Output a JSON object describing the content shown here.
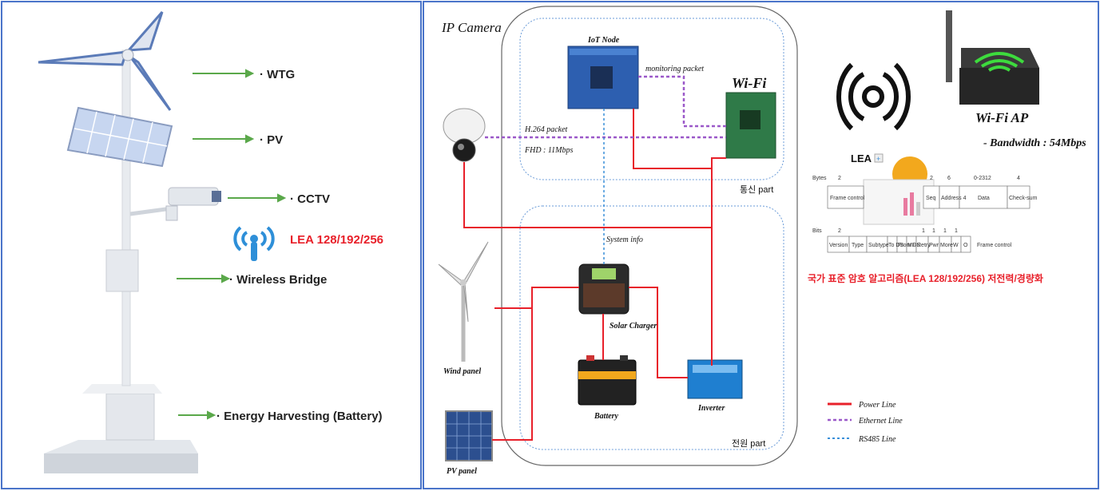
{
  "left_panel": {
    "labels": {
      "wtg": "· WTG",
      "pv": "· PV",
      "cctv": "· CCTV",
      "lea": "LEA 128/192/256",
      "wireless_bridge": "· Wireless Bridge",
      "energy": "· Energy Harvesting (Battery)"
    }
  },
  "right_panel": {
    "ip_camera": "IP Camera",
    "iot_node": "IoT Node",
    "monitoring_packet": "monitoring packet",
    "wifi": "Wi-Fi",
    "h264_packet": "H.264 packet",
    "fhd": "FHD : 11Mbps",
    "comm_part": "통신 part",
    "system_info": "System info",
    "solar_charger": "Solar Charger",
    "wind_panel": "Wind panel",
    "battery": "Battery",
    "inverter": "Inverter",
    "power_part": "전원 part",
    "pv_panel": "PV panel",
    "wifi_ap": "Wi-Fi AP",
    "bandwidth": "- Bandwidth : 54Mbps",
    "lea_title": "LEA",
    "lea_caption": "국가 표준 암호 알고리즘(LEA 128/192/256) 저전력/경량화",
    "legend": {
      "power": "Power Line",
      "ethernet": "Ethernet Line",
      "rs485": "RS485 Line"
    },
    "frame": {
      "bytes_label": "Bytes",
      "bits_label": "Bits",
      "byte_sizes": [
        "2",
        "2",
        "6",
        "0-2312",
        "4"
      ],
      "byte_fields": [
        "Frame control",
        "Seq",
        "Address 4",
        "Data",
        "Check-sum"
      ],
      "bit_sizes": [
        "2",
        "1",
        "1",
        "1",
        "1"
      ],
      "bit_fields": [
        "Version",
        "Type",
        "Subtype",
        "To DS",
        "From DS",
        "MF",
        "Retry",
        "Pwr",
        "More",
        "W",
        "O"
      ],
      "frame_control_label": "Frame control"
    }
  },
  "colors": {
    "power": "#e8202a",
    "ethernet": "#9b59c9",
    "rs485": "#3a8fd9",
    "arrow": "#5aa84a",
    "panel_border": "#4a74c9",
    "lea_red": "#e8202a"
  }
}
